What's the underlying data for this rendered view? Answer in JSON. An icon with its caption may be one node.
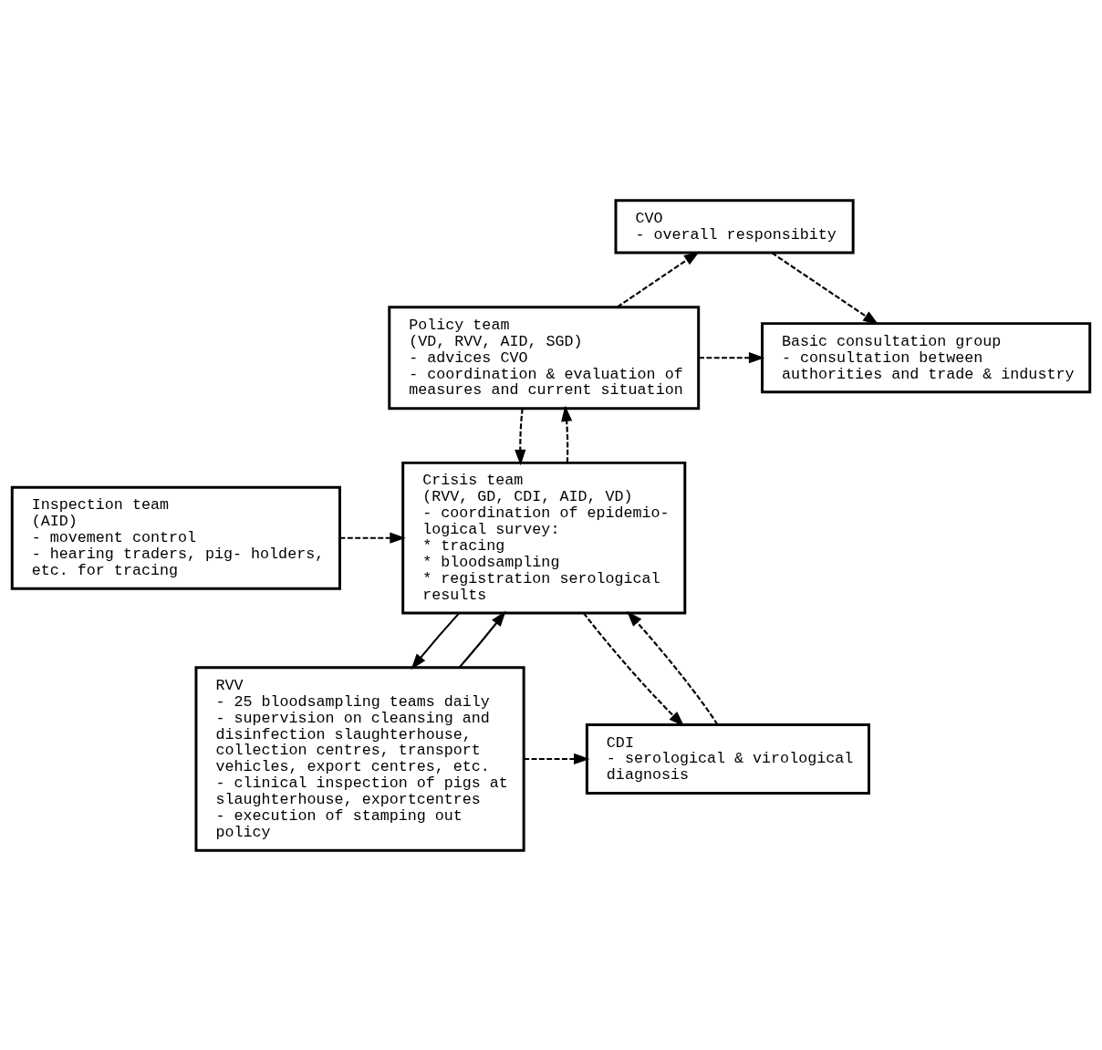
{
  "diagram": {
    "nodes": [
      {
        "text": [
          "CVO",
          "- overall responsibity"
        ]
      },
      {
        "text": [
          "Basic consultation group",
          "- consultation between authorities and trade & industry"
        ]
      },
      {
        "text": [
          "Policy team",
          "(VD, RVV, AID, SGD)",
          "- advices CVO",
          "- coordination & evaluation of measures and current situation"
        ]
      },
      {
        "text": [
          "Crisis team",
          "(RVV, GD, CDI, AID, VD)",
          "- coordination of epidemio- logical survey:",
          "* tracing",
          "* bloodsampling",
          "* registration serological results"
        ]
      },
      {
        "text": [
          "Inspection team",
          "(AID)",
          "- movement control",
          "- hearing traders, pig- holders, etc. for tracing"
        ]
      },
      {
        "text": [
          "CDI",
          "- serological & virological diagnosis"
        ]
      },
      {
        "text": [
          "RVV",
          "- 25 bloodsampling teams daily",
          "- supervision on cleansing and disinfection slaughterhouse, collection centres, transport vehicles, export centres, etc.",
          "- clinical inspection of pigs at slaughterhouse, exportcentres",
          "- execution of stamping out policy"
        ]
      }
    ],
    "edges": [
      {
        "from": 2,
        "to": 0,
        "arrow": "to",
        "style": "dashed"
      },
      {
        "from": 0,
        "to": 1,
        "arrow": "to",
        "style": "dashed"
      },
      {
        "from": 2,
        "to": 1,
        "arrow": "to",
        "style": "dashed"
      },
      {
        "from": 3,
        "to": 2,
        "arrow": "to",
        "style": "dashed"
      },
      {
        "from": 2,
        "to": 3,
        "arrow": "to",
        "style": "dashed"
      },
      {
        "from": 4,
        "to": 3,
        "arrow": "to",
        "style": "dashed"
      },
      {
        "from": 5,
        "to": 3,
        "arrow": "to",
        "style": "dashed"
      },
      {
        "from": 3,
        "to": 5,
        "arrow": "to",
        "style": "dashed"
      },
      {
        "from": 6,
        "to": 3,
        "arrow": "to"
      },
      {
        "from": 3,
        "to": 6,
        "arrow": "to"
      },
      {
        "from": 6,
        "to": 5,
        "arrow": "to",
        "style": "dashed"
      }
    ]
  }
}
